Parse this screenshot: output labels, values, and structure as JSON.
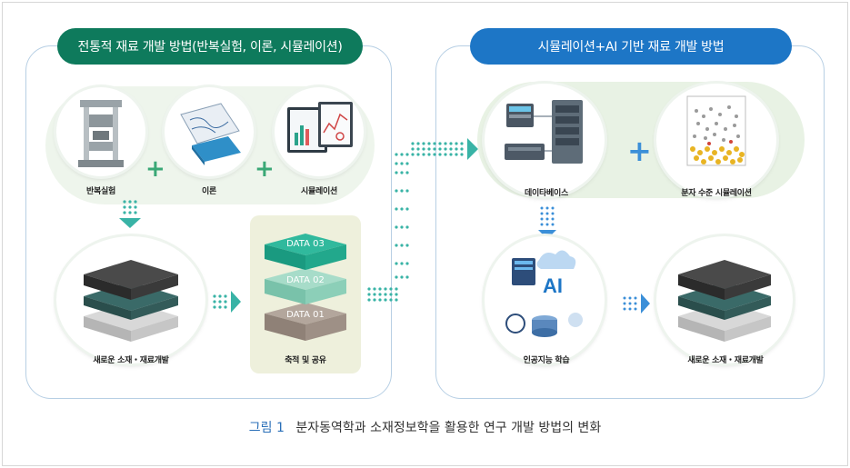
{
  "panels": {
    "left_title": "전통적 재료 개발 방법(반복실험, 이론, 시뮬레이션)",
    "right_title": "시뮬레이션+AI 기반 재료 개발 방법"
  },
  "left_items": {
    "experiment": "반복실험",
    "theory": "이론",
    "simulation": "시뮬레이션",
    "new_material": "새로운 소재・재료개발",
    "accumulate": "축적 및 공유"
  },
  "data_layers": [
    "DATA 03",
    "DATA 02",
    "DATA 01"
  ],
  "right_items": {
    "database": "데이타베이스",
    "molecular_sim": "분자 수준 시뮬레이션",
    "ai_learning": "인공지능 학습",
    "new_material": "새로운 소재・재료개발"
  },
  "caption": {
    "figure_no": "그림 1",
    "text": "분자동역학과 소재정보학을 활용한 연구 개발 방법의 변화"
  },
  "colors": {
    "green_header": "#0e7a5c",
    "blue_header": "#1d76c6",
    "dot_teal": "#39b3a6",
    "data03": "#1fae95",
    "data02": "#8fd1bd",
    "data01": "#a89a90"
  }
}
